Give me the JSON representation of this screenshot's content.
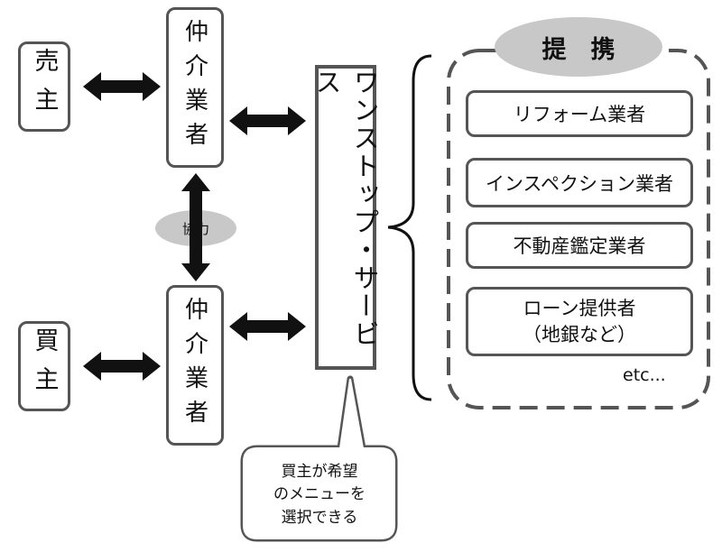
{
  "seller": "売主",
  "buyer": "買主",
  "agent_top": "仲介業者",
  "agent_bottom": "仲介業者",
  "cooperation": "協力",
  "one_stop": "ワンストップ・サービス",
  "partnership": "提　携",
  "partners": [
    "リフォーム業者",
    "インスペクション業者",
    "不動産鑑定業者",
    "ローン提供者",
    "（地銀など）"
  ],
  "etc": "etc...",
  "callout_lines": [
    "買主が希望",
    "のメニューを",
    "選択できる"
  ],
  "colors": {
    "border": "#555555",
    "arrow": "#111111",
    "ellipse": "#c8c8c8"
  }
}
